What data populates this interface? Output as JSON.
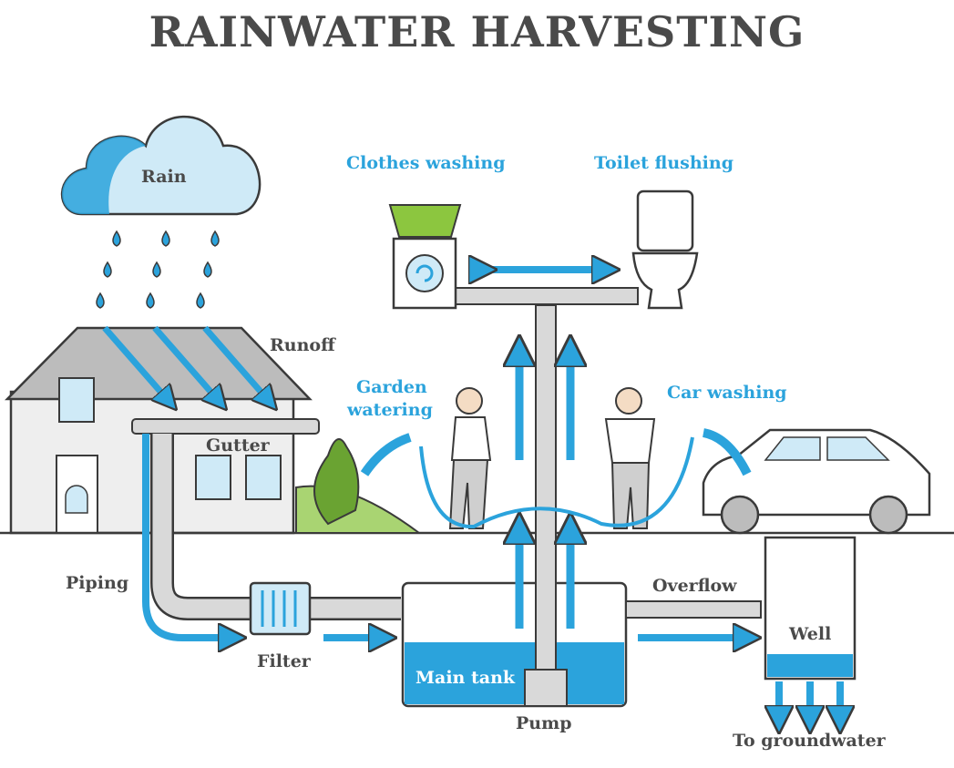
{
  "title": "RAINWATER HARVESTING",
  "labels": {
    "rain": "Rain",
    "runoff": "Runoff",
    "gutter": "Gutter",
    "piping": "Piping",
    "filter": "Filter",
    "main_tank": "Main tank",
    "pump": "Pump",
    "overflow": "Overflow",
    "well": "Well",
    "to_groundwater": "To groundwater",
    "clothes_washing": "Clothes washing",
    "toilet_flushing": "Toilet flushing",
    "garden_watering_1": "Garden",
    "garden_watering_2": "watering",
    "car_washing": "Car washing"
  },
  "colors": {
    "blue": "#2ba3dc",
    "light_blue": "#cfeaf7",
    "outline": "#3a3a3a",
    "pipe": "#d9d9d9",
    "green": "#8cc63f"
  },
  "icons": [
    "cloud-icon",
    "raindrop-icon",
    "house-icon",
    "gutter-icon",
    "filter-icon",
    "tank-icon",
    "pump-icon",
    "well-icon",
    "washing-machine-icon",
    "toilet-icon",
    "woman-gardener-icon",
    "man-washing-car-icon",
    "car-icon",
    "plant-icon",
    "arrow-icon"
  ]
}
